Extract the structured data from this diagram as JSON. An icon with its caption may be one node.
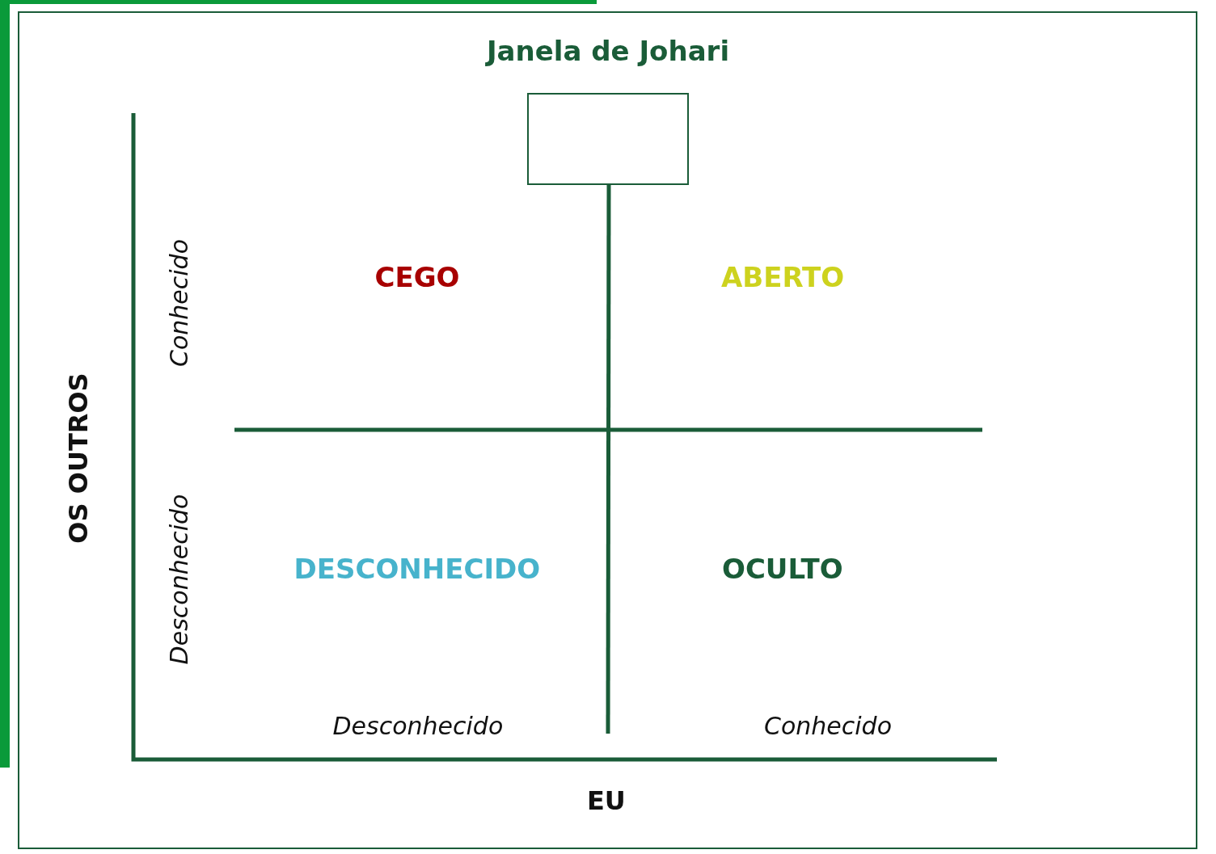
{
  "diagram": {
    "title": "Janela de Johari",
    "nodes": [
      {
        "text": [],
        "shape": "box"
      }
    ],
    "edges": [],
    "labels": [
      "Conhecido",
      "CEGO",
      "ABERTO",
      "OS OUTROS",
      "Desconhecido",
      "DESCONHECIDO",
      "OCULTO",
      "Desconhecido",
      "Conhecido",
      "EU"
    ]
  }
}
